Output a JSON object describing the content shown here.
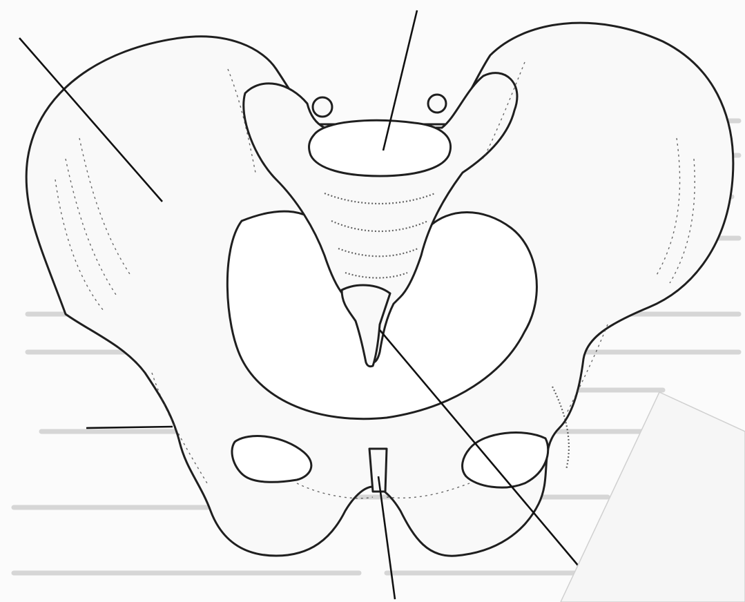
{
  "figure": {
    "subject": "pelvis-anterior-view",
    "leader_lines": [
      {
        "name": "leader-line-iliac-wing"
      },
      {
        "name": "leader-line-sacrum"
      },
      {
        "name": "leader-line-coccyx"
      },
      {
        "name": "leader-line-pubic-symphysis"
      },
      {
        "name": "leader-line-obturator-left"
      }
    ]
  },
  "colors": {
    "ink": "#1f1f1f",
    "paper": "#fbfbfb",
    "bleed_text": "#b8b8b8"
  }
}
